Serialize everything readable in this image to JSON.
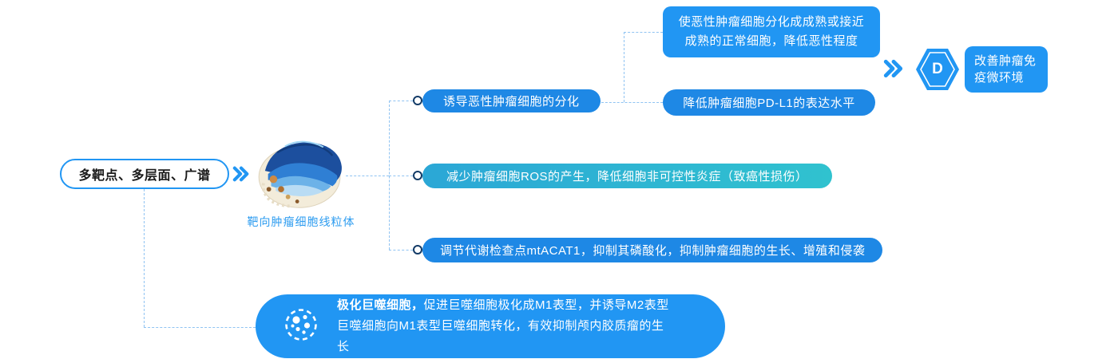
{
  "colors": {
    "blue": "#2196F3",
    "pill-blue": "#1E88E5",
    "teal-start": "#2BA7D6",
    "teal-end": "#30C2CF",
    "line-blue": "#8FC3F2",
    "dot-ring": "#123A66",
    "caption-blue": "#2D9CF0",
    "text-dark": "#1A1A1A"
  },
  "source": {
    "label": "多靶点、多层面、广谱"
  },
  "mitochondria": {
    "caption": "靶向肿瘤细胞线粒体"
  },
  "branches": {
    "differentiation": {
      "label": "诱导恶性肿瘤细胞的分化"
    },
    "ros": {
      "label": "减少肿瘤细胞ROS的产生，降低细胞非可控性炎症（致癌性损伤）"
    },
    "metabolism": {
      "label": "调节代谢检查点mtACAT1，抑制其磷酸化，抑制肿瘤细胞的生长、增殖和侵袭"
    },
    "macrophage": {
      "label_bold": "极化巨噬细胞，",
      "label_rest": "促进巨噬细胞极化成M1表型，并诱导M2表型巨噬细胞向M1表型巨噬细胞转化，有效抑制颅内胶质瘤的生长"
    }
  },
  "differentiation_results": {
    "maturation": {
      "line1": "使恶性肿瘤细胞分化成成熟或接近",
      "line2": "成熟的正常细胞，降低恶性程度"
    },
    "pdl1": {
      "label": "降低肿瘤细胞PD-L1的表达水平"
    }
  },
  "outcome": {
    "label": "改善肿瘤免疫微环境",
    "logo_glyph": "D"
  }
}
